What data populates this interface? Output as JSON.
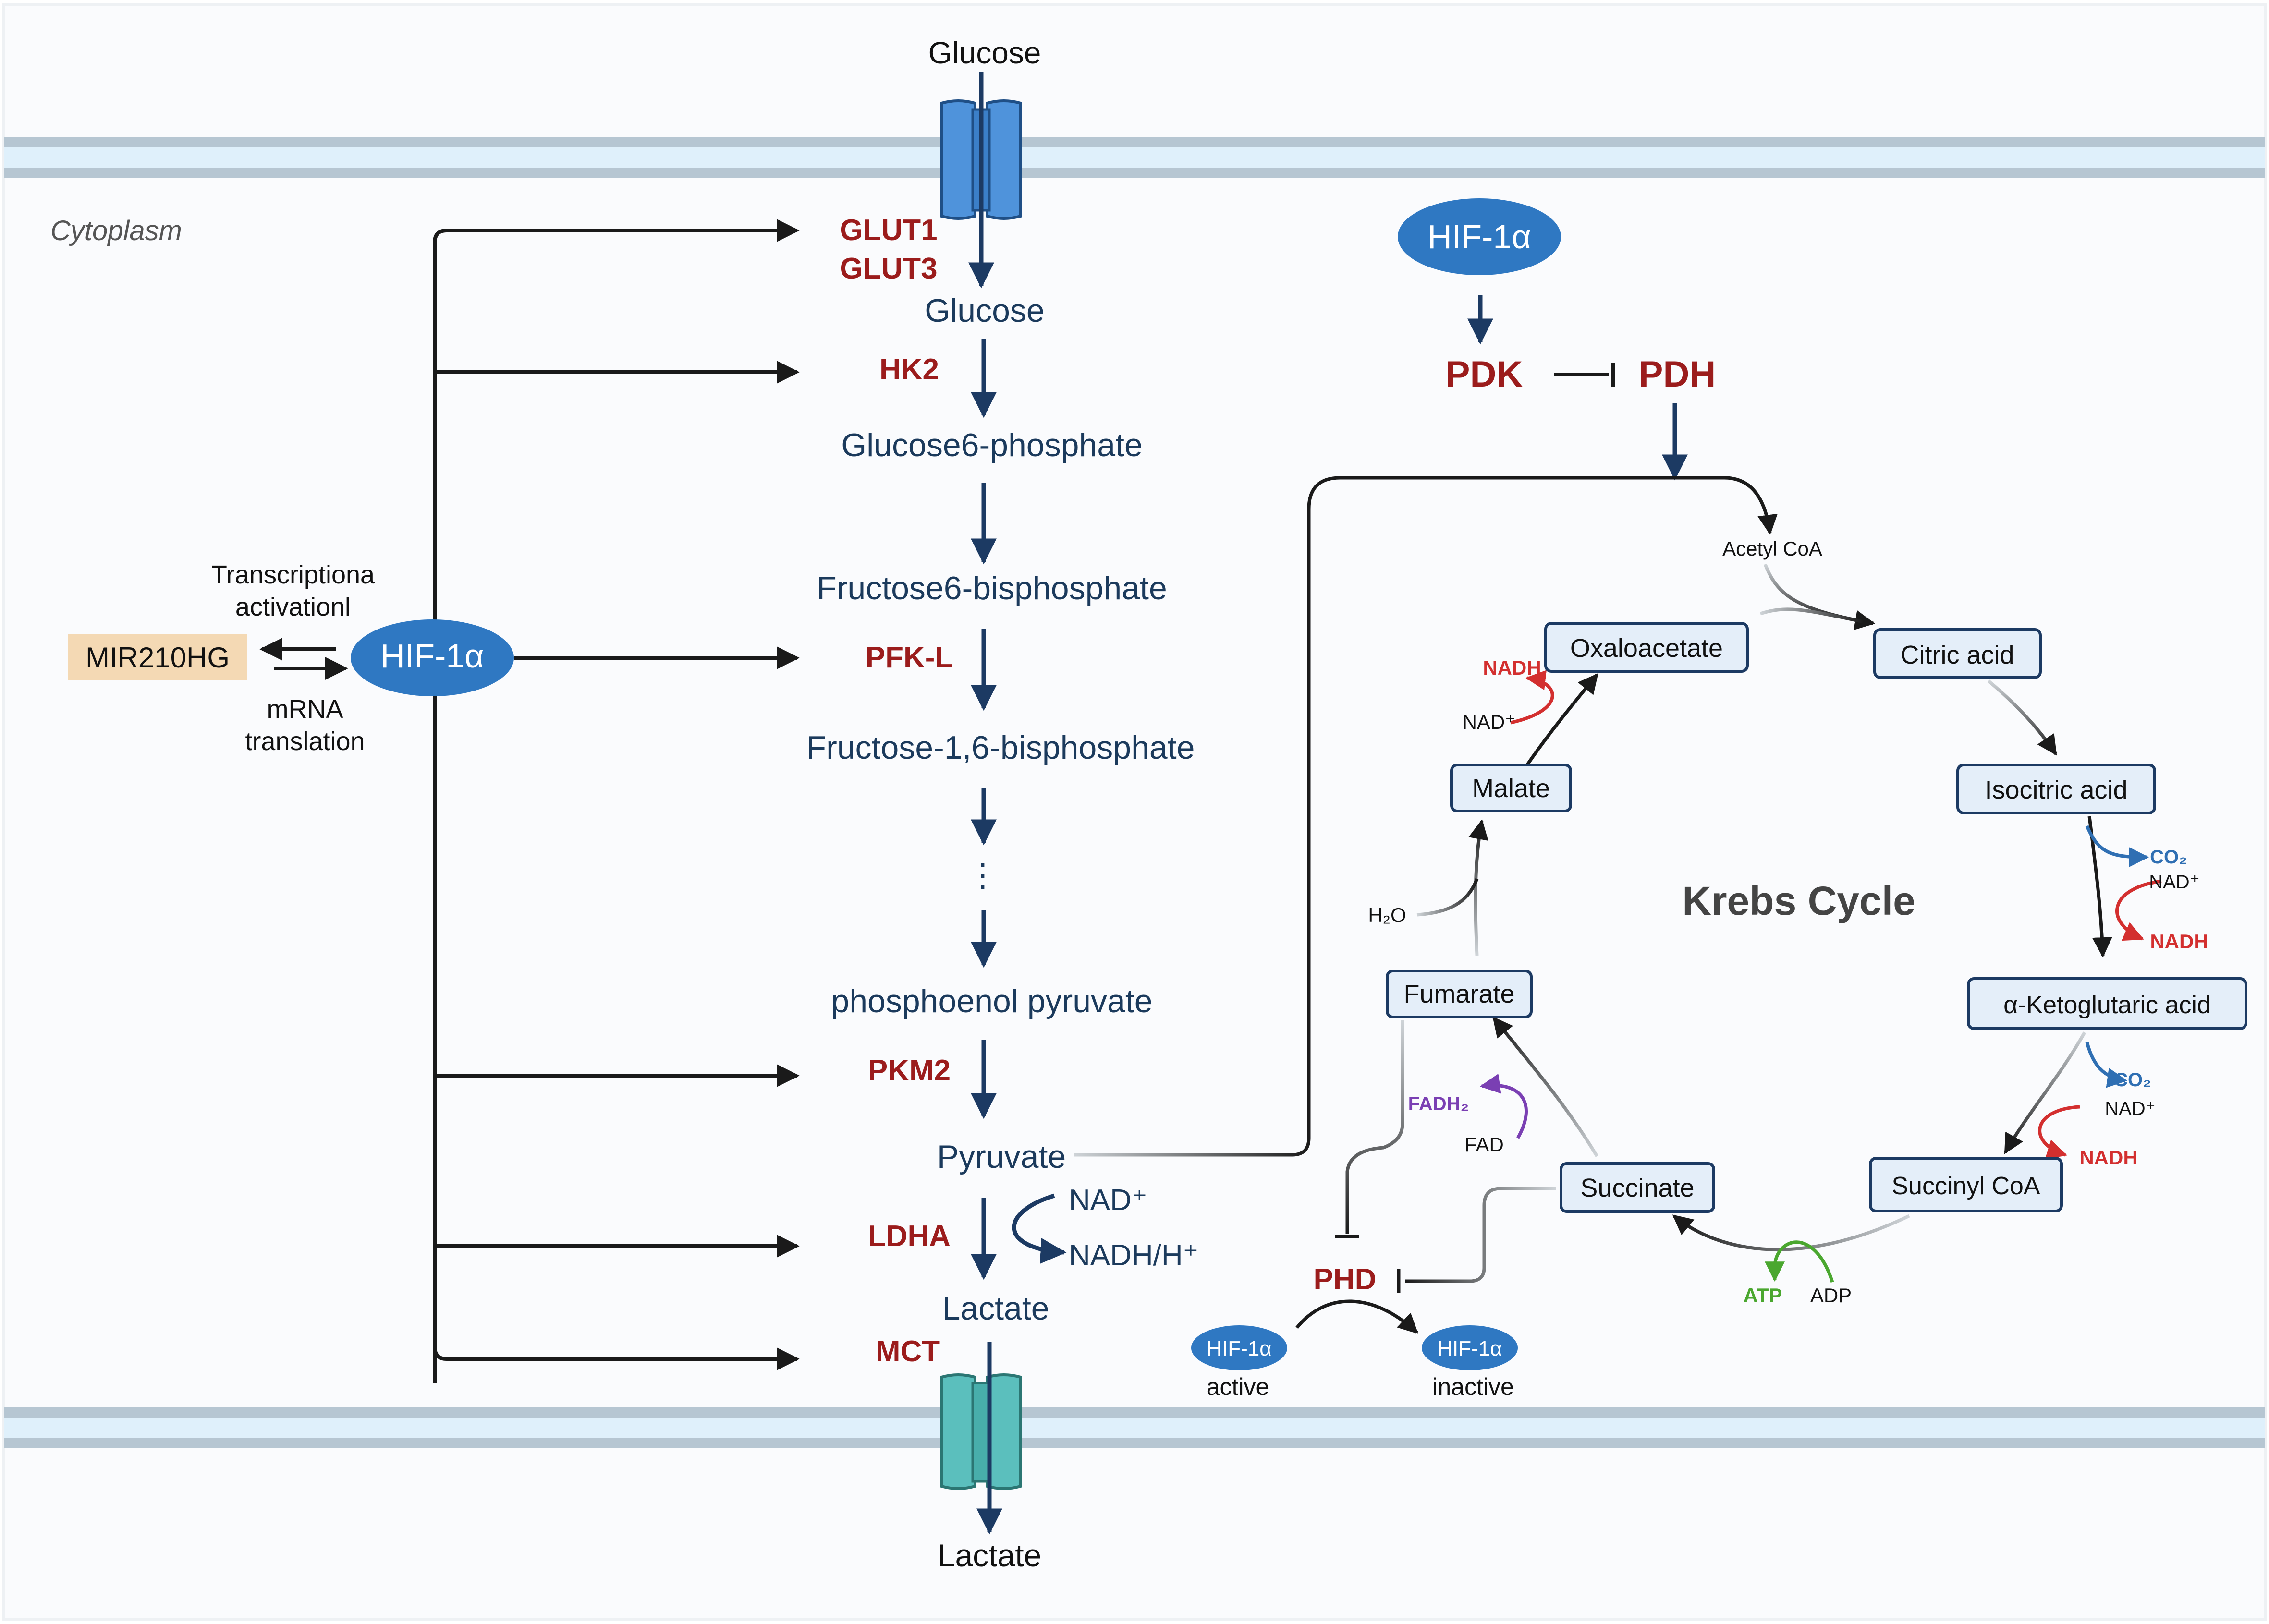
{
  "labels": {
    "cytoplasm": "Cytoplasm",
    "glucose_out": "Glucose",
    "glucose_in": "Glucose",
    "g6p": "Glucose6-phosphate",
    "f6p": "Fructose6-bisphosphate",
    "f16bp": "Fructose-1,6-bisphosphate",
    "dots": "⋮",
    "pep": "phosphoenol pyruvate",
    "pyruvate": "Pyruvate",
    "lactate_in": "Lactate",
    "lactate_out": "Lactate",
    "nad_plus": "NAD⁺",
    "nadh_h": "NADH/H⁺",
    "transcription_1": "Transcriptiona",
    "transcription_2": "activationl",
    "mrna_1": "mRNA",
    "mrna_2": "translation",
    "mir210hg": "MIR210HG",
    "hif_main": "HIF-1α",
    "hif_top": "HIF-1α",
    "hif_active": "HIF-1α",
    "hif_inactive": "HIF-1α",
    "active": "active",
    "inactive": "inactive",
    "krebs_title": "Krebs Cycle",
    "acetyl_coa": "Acetyl CoA",
    "h2o": "H₂O"
  },
  "enzymes": {
    "glut1": "GLUT1",
    "glut3": "GLUT3",
    "hk2": "HK2",
    "pfkl": "PFK-L",
    "pkm2": "PKM2",
    "ldha": "LDHA",
    "mct": "MCT",
    "pdk": "PDK",
    "pdh": "PDH",
    "phd": "PHD"
  },
  "krebs": {
    "oxaloacetate": "Oxaloacetate",
    "citric": "Citric acid",
    "isocitric": "Isocitric acid",
    "akg": "α-Ketoglutaric acid",
    "succinyl": "Succinyl CoA",
    "succinate": "Succinate",
    "fumarate": "Fumarate",
    "malate": "Malate"
  },
  "cofactors": {
    "nadh_mal": "NADH",
    "nad_mal": "NAD⁺",
    "co2_iso": "CO₂",
    "nad_iso": "NAD⁺",
    "nadh_iso": "NADH",
    "co2_akg": "CO₂",
    "nad_akg": "NAD⁺",
    "nadh_akg": "NADH",
    "atp": "ATP",
    "adp": "ADP",
    "fadh2": "FADH₂",
    "fad": "FAD"
  },
  "colors": {
    "enzyme": "#9b1c1c",
    "metabolite": "#1b3a5c",
    "arrow_dark": "#1c3a63",
    "hif_fill": "#2f78c2",
    "krebs_box_fill": "#e4eef9",
    "krebs_box_stroke": "#1c3a63",
    "mir_fill": "#f4d9b4",
    "membrane": "#b6c6d2",
    "membrane_inner": "#dff0fb",
    "glut": "#4f93db",
    "mct": "#5bbfbd",
    "co2": "#2f6fb3",
    "nadh": "#d32f2f",
    "atp": "#4aa72f",
    "fadh2": "#7a3fb3"
  }
}
